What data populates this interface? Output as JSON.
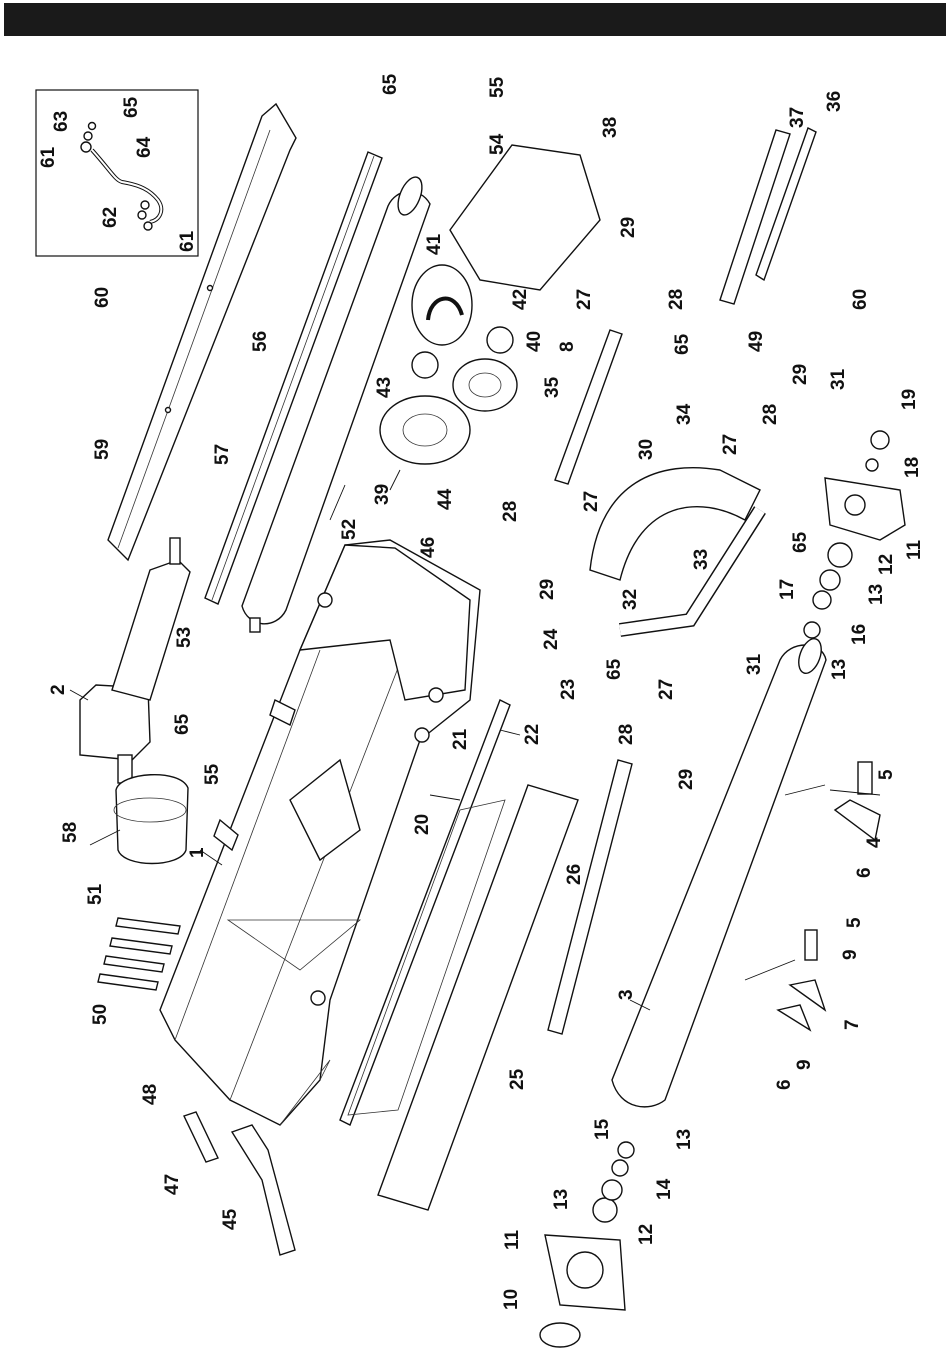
{
  "header": {
    "bar_color": "#1a1a1a"
  },
  "diagram": {
    "labels": [
      {
        "id": "p1",
        "text": "1"
      },
      {
        "id": "p2",
        "text": "2"
      },
      {
        "id": "p3",
        "text": "3"
      },
      {
        "id": "p4",
        "text": "4"
      },
      {
        "id": "p5a",
        "text": "5"
      },
      {
        "id": "p5b",
        "text": "5"
      },
      {
        "id": "p6a",
        "text": "6"
      },
      {
        "id": "p6b",
        "text": "6"
      },
      {
        "id": "p7",
        "text": "7"
      },
      {
        "id": "p8",
        "text": "8"
      },
      {
        "id": "p9a",
        "text": "9"
      },
      {
        "id": "p9b",
        "text": "9"
      },
      {
        "id": "p10",
        "text": "10"
      },
      {
        "id": "p11a",
        "text": "11"
      },
      {
        "id": "p11b",
        "text": "11"
      },
      {
        "id": "p12a",
        "text": "12"
      },
      {
        "id": "p12b",
        "text": "12"
      },
      {
        "id": "p13a",
        "text": "13"
      },
      {
        "id": "p13b",
        "text": "13"
      },
      {
        "id": "p13c",
        "text": "13"
      },
      {
        "id": "p13d",
        "text": "13"
      },
      {
        "id": "p14",
        "text": "14"
      },
      {
        "id": "p15",
        "text": "15"
      },
      {
        "id": "p16",
        "text": "16"
      },
      {
        "id": "p17",
        "text": "17"
      },
      {
        "id": "p18",
        "text": "18"
      },
      {
        "id": "p19",
        "text": "19"
      },
      {
        "id": "p20",
        "text": "20"
      },
      {
        "id": "p21",
        "text": "21"
      },
      {
        "id": "p22",
        "text": "22"
      },
      {
        "id": "p23",
        "text": "23"
      },
      {
        "id": "p24",
        "text": "24"
      },
      {
        "id": "p25",
        "text": "25"
      },
      {
        "id": "p26",
        "text": "26"
      },
      {
        "id": "p27a",
        "text": "27"
      },
      {
        "id": "p27b",
        "text": "27"
      },
      {
        "id": "p27c",
        "text": "27"
      },
      {
        "id": "p27d",
        "text": "27"
      },
      {
        "id": "p28a",
        "text": "28"
      },
      {
        "id": "p28b",
        "text": "28"
      },
      {
        "id": "p28c",
        "text": "28"
      },
      {
        "id": "p28d",
        "text": "28"
      },
      {
        "id": "p29a",
        "text": "29"
      },
      {
        "id": "p29b",
        "text": "29"
      },
      {
        "id": "p29c",
        "text": "29"
      },
      {
        "id": "p29d",
        "text": "29"
      },
      {
        "id": "p30",
        "text": "30"
      },
      {
        "id": "p31a",
        "text": "31"
      },
      {
        "id": "p31b",
        "text": "31"
      },
      {
        "id": "p32",
        "text": "32"
      },
      {
        "id": "p33",
        "text": "33"
      },
      {
        "id": "p34",
        "text": "34"
      },
      {
        "id": "p35",
        "text": "35"
      },
      {
        "id": "p36",
        "text": "36"
      },
      {
        "id": "p37",
        "text": "37"
      },
      {
        "id": "p38",
        "text": "38"
      },
      {
        "id": "p39",
        "text": "39"
      },
      {
        "id": "p40",
        "text": "40"
      },
      {
        "id": "p41",
        "text": "41"
      },
      {
        "id": "p42",
        "text": "42"
      },
      {
        "id": "p43",
        "text": "43"
      },
      {
        "id": "p44",
        "text": "44"
      },
      {
        "id": "p45",
        "text": "45"
      },
      {
        "id": "p46",
        "text": "46"
      },
      {
        "id": "p47",
        "text": "47"
      },
      {
        "id": "p48",
        "text": "48"
      },
      {
        "id": "p49",
        "text": "49"
      },
      {
        "id": "p50",
        "text": "50"
      },
      {
        "id": "p51",
        "text": "51"
      },
      {
        "id": "p52",
        "text": "52"
      },
      {
        "id": "p53",
        "text": "53"
      },
      {
        "id": "p54",
        "text": "54"
      },
      {
        "id": "p55a",
        "text": "55"
      },
      {
        "id": "p55b",
        "text": "55"
      },
      {
        "id": "p56",
        "text": "56"
      },
      {
        "id": "p57",
        "text": "57"
      },
      {
        "id": "p58",
        "text": "58"
      },
      {
        "id": "p59",
        "text": "59"
      },
      {
        "id": "p60a",
        "text": "60"
      },
      {
        "id": "p60b",
        "text": "60"
      },
      {
        "id": "p61a",
        "text": "61"
      },
      {
        "id": "p61b",
        "text": "61"
      },
      {
        "id": "p62",
        "text": "62"
      },
      {
        "id": "p63",
        "text": "63"
      },
      {
        "id": "p64",
        "text": "64"
      },
      {
        "id": "p65a",
        "text": "65"
      },
      {
        "id": "p65b",
        "text": "65"
      },
      {
        "id": "p65c",
        "text": "65"
      },
      {
        "id": "p65d",
        "text": "65"
      },
      {
        "id": "p65e",
        "text": "65"
      },
      {
        "id": "p65f",
        "text": "65"
      }
    ]
  }
}
